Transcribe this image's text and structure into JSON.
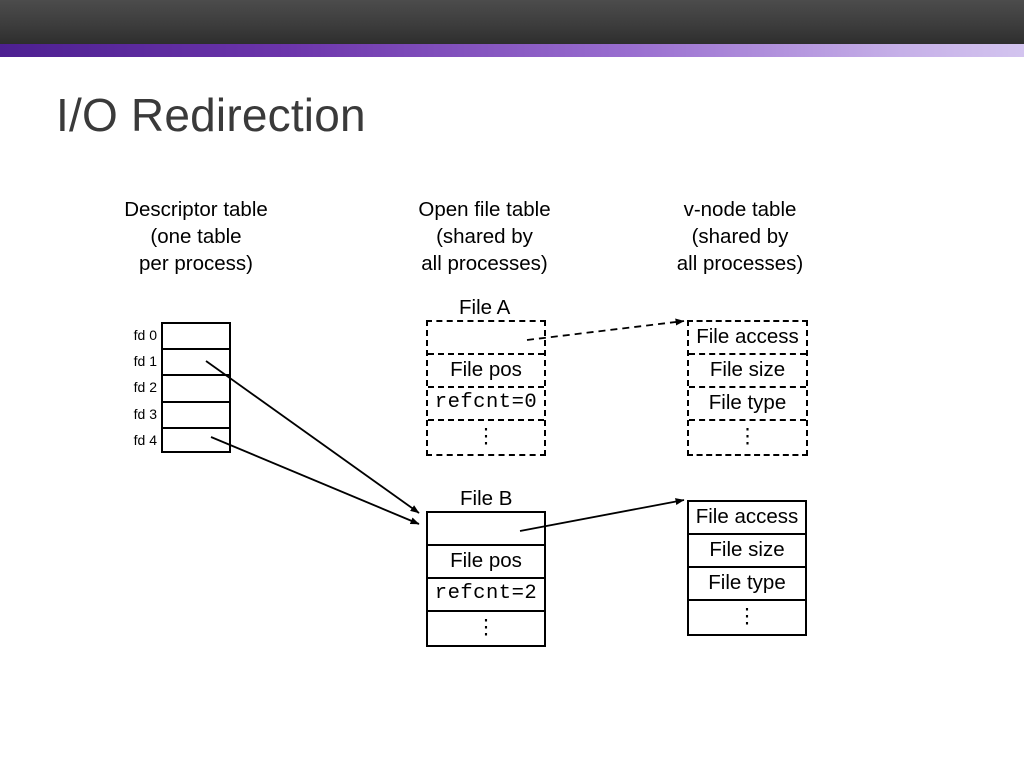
{
  "slide": {
    "title": "I/O Redirection",
    "accent_dark": "#4d2091",
    "accent_light": "#d3c4ef",
    "header_color": "#3d3d3d",
    "title_color": "#3a3a3a"
  },
  "headings": {
    "descriptor": "Descriptor table\n(one table\nper process)",
    "open_file": "Open file table\n(shared by\nall processes)",
    "vnode": "v-node table\n(shared by\nall processes)"
  },
  "descriptor_table": {
    "labels": [
      "fd 0",
      "fd 1",
      "fd 2",
      "fd 3",
      "fd 4"
    ],
    "cells": [
      "",
      "",
      "",
      "",
      ""
    ]
  },
  "open_file_tables": [
    {
      "caption": "File A",
      "style": "dashed",
      "rows": [
        "",
        "File pos",
        "refcnt=0",
        "⋮"
      ],
      "refcnt": "refcnt=0"
    },
    {
      "caption": "File B",
      "style": "solid",
      "rows": [
        "",
        "File pos",
        "refcnt=2",
        "⋮"
      ],
      "refcnt": "refcnt=2"
    }
  ],
  "vnode_tables": [
    {
      "style": "dashed",
      "rows": [
        "File access",
        "File size",
        "File type",
        "⋮"
      ]
    },
    {
      "style": "solid",
      "rows": [
        "File access",
        "File size",
        "File type",
        "⋮"
      ]
    }
  ],
  "arrows": [
    {
      "name": "fd1-to-file-b",
      "style": "solid"
    },
    {
      "name": "fd4-to-file-b",
      "style": "solid"
    },
    {
      "name": "file-a-to-vnode-a",
      "style": "dashed"
    },
    {
      "name": "file-b-to-vnode-b",
      "style": "solid"
    }
  ]
}
